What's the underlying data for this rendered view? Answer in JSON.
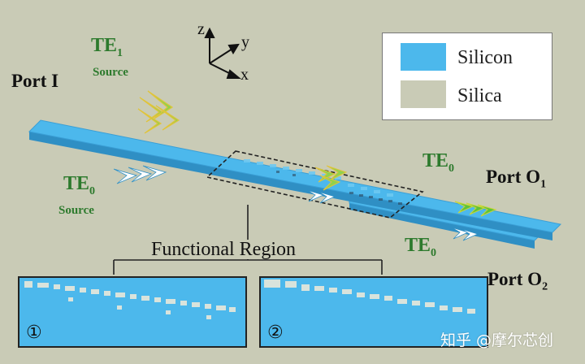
{
  "axes": {
    "z": "z",
    "y": "y",
    "x": "x"
  },
  "ports": {
    "input": "Port I",
    "out1_main": "Port O",
    "out1_sub": "1",
    "out2_main": "Port O",
    "out2_sub": "2"
  },
  "modes": {
    "te1_main": "TE",
    "te1_sub": "1",
    "te1_source": "Source",
    "te0_in_main": "TE",
    "te0_in_sub": "0",
    "te0_in_source": "Source",
    "te0_o1_main": "TE",
    "te0_o1_sub": "0",
    "te0_o2_main": "TE",
    "te0_o2_sub": "0"
  },
  "legend": {
    "silicon": {
      "label": "Silicon",
      "color": "#4cb8ec"
    },
    "silica": {
      "label": "Silica",
      "color": "#c9cbb6"
    }
  },
  "functional_region": "Functional Region",
  "insets": {
    "panel1": "①",
    "panel2": "②"
  },
  "watermark": "知乎 @摩尔芯创"
}
